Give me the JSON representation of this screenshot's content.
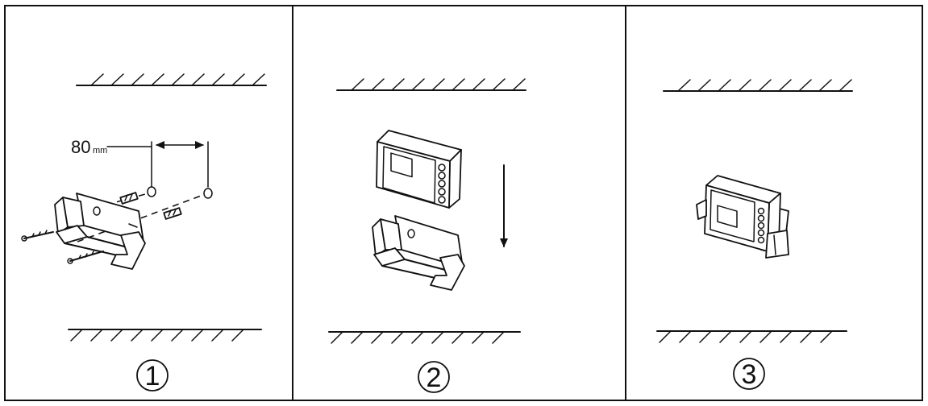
{
  "steps": [
    {
      "number": "1",
      "dimension": {
        "value": "80",
        "unit": "mm"
      }
    },
    {
      "number": "2"
    },
    {
      "number": "3"
    }
  ]
}
